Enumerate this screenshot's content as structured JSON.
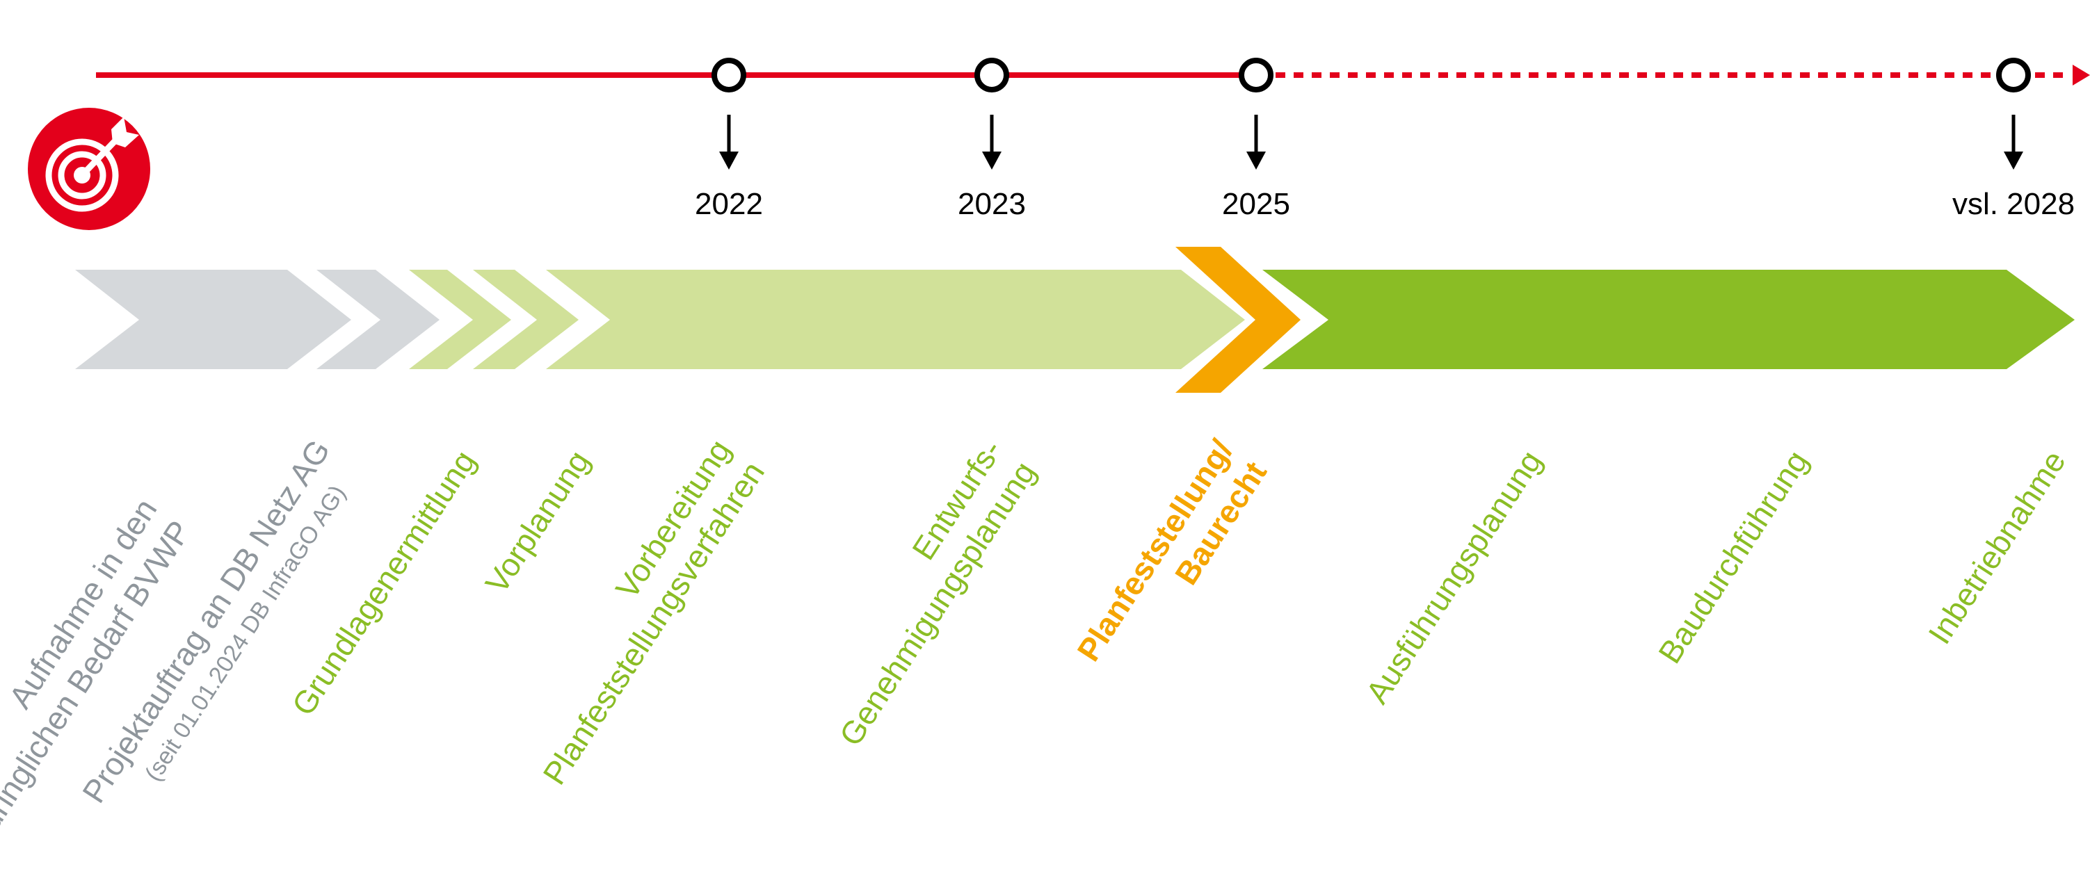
{
  "colors": {
    "red": "#e3001b",
    "grey": "#d5d8db",
    "light_green": "#d1e199",
    "green": "#8abd25",
    "orange": "#f5a500",
    "grey_text": "#8f969c",
    "black": "#000000"
  },
  "target_icon": "target-dart-icon",
  "milestones": [
    {
      "label": "2022"
    },
    {
      "label": "2023"
    },
    {
      "label": "2025"
    },
    {
      "label": "vsl. 2028"
    }
  ],
  "phases": [
    {
      "lines": [
        "Aufnahme in den",
        "vordringlichen Bedarf BVWP"
      ],
      "color": "grey_text",
      "bold": false,
      "sub": ""
    },
    {
      "lines": [
        "Projektauftrag an DB Netz AG"
      ],
      "color": "grey_text",
      "bold": false,
      "sub": "(seit 01.01.2024 DB InfraGO AG)"
    },
    {
      "lines": [
        "Grundlagenermittlung"
      ],
      "color": "green",
      "bold": false,
      "sub": ""
    },
    {
      "lines": [
        "Vorplanung"
      ],
      "color": "green",
      "bold": false,
      "sub": ""
    },
    {
      "lines": [
        "Vorbereitung",
        "Planfeststellungsverfahren"
      ],
      "color": "green",
      "bold": false,
      "sub": ""
    },
    {
      "lines": [
        "Entwurfs-",
        "Genehmigungsplanung"
      ],
      "color": "green",
      "bold": false,
      "sub": ""
    },
    {
      "lines": [
        "Planfeststellung/",
        "Baurecht"
      ],
      "color": "orange",
      "bold": true,
      "sub": ""
    },
    {
      "lines": [
        "Ausführungsplanung"
      ],
      "color": "green",
      "bold": false,
      "sub": ""
    },
    {
      "lines": [
        "Baudurchführung"
      ],
      "color": "green",
      "bold": false,
      "sub": ""
    },
    {
      "lines": [
        "Inbetriebnahme"
      ],
      "color": "green",
      "bold": false,
      "sub": ""
    }
  ]
}
